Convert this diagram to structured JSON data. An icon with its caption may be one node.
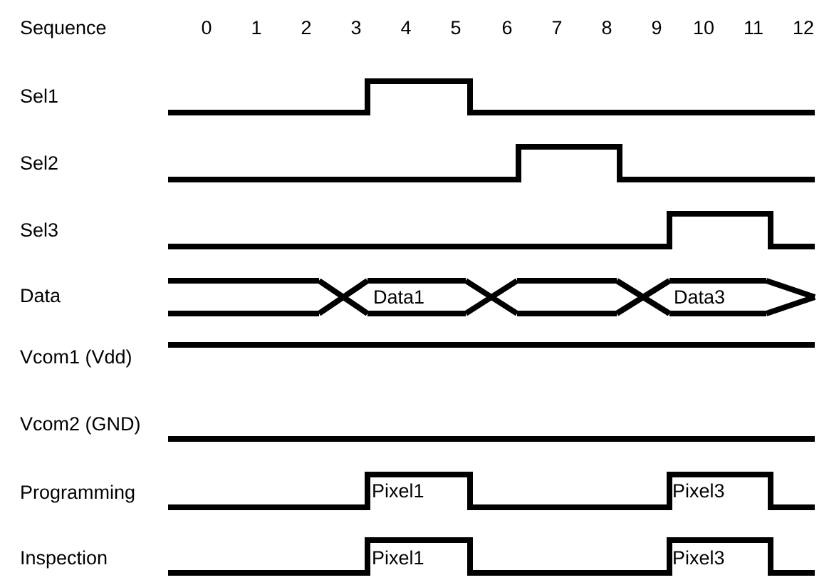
{
  "diagram": {
    "labels": [
      "Sequence",
      "0",
      "1",
      "2",
      "3",
      "4",
      "5",
      "6",
      "7",
      "8",
      "9",
      "10",
      "11",
      "12",
      "Sel1",
      "Sel2",
      "Sel3",
      "Data",
      "Data1",
      "Data3",
      "Vcom1 (Vdd)",
      "Vcom2 (GND)",
      "Programming",
      "Pixel1",
      "Pixel3",
      "Inspection",
      "Pixel1",
      "Pixel3"
    ]
  }
}
